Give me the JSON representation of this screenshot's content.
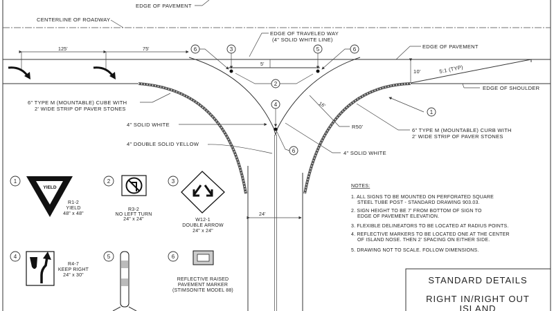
{
  "labels": {
    "edge_of_pavement_top": "EDGE OF PAVEMENT",
    "centerline": "CENTERLINE OF ROADWAY",
    "edge_traveled_way_1": "EDGE OF TRAVELED WAY",
    "edge_traveled_way_2": "(4\" SOLID WHITE LINE)",
    "edge_of_pavement_right": "EDGE OF PAVEMENT",
    "edge_of_shoulder": "EDGE OF SHOULDER",
    "taper": "5:1 (TYP)",
    "curb_left_1": "6\" TYPE M (MOUNTABLE) CUBE WITH",
    "curb_left_2": "2' WIDE STRIP OF PAVER STONES",
    "curb_right_1": "6\" TYPE M (MOUNTABLE) CURB WITH",
    "curb_right_2": "2' WIDE STRIP OF PAVER STONES",
    "solid_white_left": "4\" SOLID WHITE",
    "solid_white_right": "4\" SOLID WHITE",
    "double_yellow": "4\" DOUBLE SOLID YELLOW",
    "radius": "R50'"
  },
  "dimensions": {
    "d125": "125'",
    "d75": "75'",
    "d5": "5'",
    "d10": "10'",
    "d16": "16'",
    "d24": "24'"
  },
  "callouts": [
    "1",
    "2",
    "3",
    "4",
    "5",
    "6"
  ],
  "signs": [
    {
      "num": "1",
      "code": "R1-2",
      "name": "YIELD",
      "size": "48\" x 48\"",
      "face_text": "YIELD"
    },
    {
      "num": "2",
      "code": "R3-2",
      "name": "NO LEFT TURN",
      "size": "24\" x 24\""
    },
    {
      "num": "3",
      "code": "W12-1",
      "name": "DOUBLE ARROW",
      "size": "24\" x 24\""
    },
    {
      "num": "4",
      "code": "R4-7",
      "name": "KEEP RIGHT",
      "size": "24\" x 30\""
    },
    {
      "num": "5"
    },
    {
      "num": "6",
      "line1": "REFLECTIVE RAISED",
      "line2": "PAVEMENT MARKER",
      "line3": "(STIMSONITE MODEL 88)"
    }
  ],
  "notes": {
    "heading": "NOTES:",
    "items": [
      [
        "1. ALL SIGNS TO BE MOUNTED ON PERFORATED SQUARE",
        "STEEL TUBE POST - STANDARD DRAWING 903.03."
      ],
      [
        "2. SIGN HEIGHT TO BE 7' FROM BOTTOM OF SIGN TO",
        "EDGE OF PAVEMENT ELEVATION."
      ],
      [
        "3. FLEXIBLE DELINEATORS TO BE LOCATED AT RADIUS POINTS."
      ],
      [
        "4. REFLECTIVE MARKERS TO BE LOCATED ONE AT THE CENTER",
        "OF ISLAND NOSE.  THEN 2' SPACING ON EITHER SIDE."
      ],
      [
        "5. DRAWING NOT TO SCALE.  FOLLOW DIMENSIONS."
      ]
    ]
  },
  "title_block": {
    "line1": "STANDARD DETAILS",
    "line2": "RIGHT IN/RIGHT OUT",
    "line3": "ISLAND"
  }
}
